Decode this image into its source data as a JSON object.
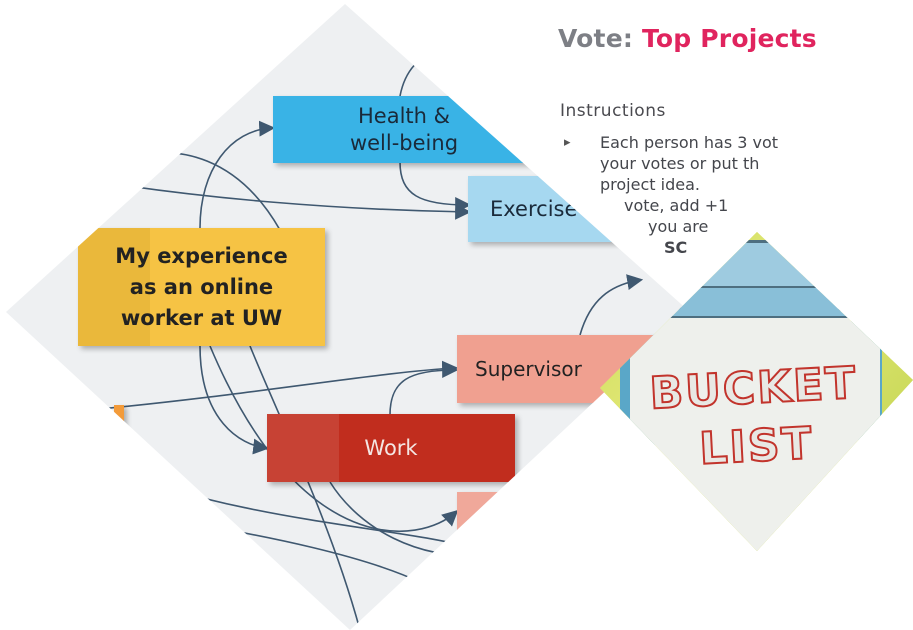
{
  "slide": {
    "title_prefix": "Vote:",
    "title_accent": "Top Projects",
    "accent_color": "#e0245e",
    "instructions_heading": "Instructions",
    "instructions": [
      "Each person has 3 vot",
      "your votes or put th",
      "project idea.",
      "vote, add +1",
      "you are",
      "SC"
    ]
  },
  "mind_map": {
    "central": "My experience as an online worker at UW",
    "nodes": {
      "health": "Health & well-being",
      "exercise": "Exercise (",
      "supervisor": "Supervisor",
      "work": "Work"
    },
    "colors": {
      "central": "#f6c344",
      "health": "#39b3e6",
      "exercise": "#a6d8f0",
      "supervisor": "#f0a090",
      "work": "#c12d1e"
    }
  },
  "photo": {
    "line1": "BUCKET",
    "line2": "LIST"
  }
}
